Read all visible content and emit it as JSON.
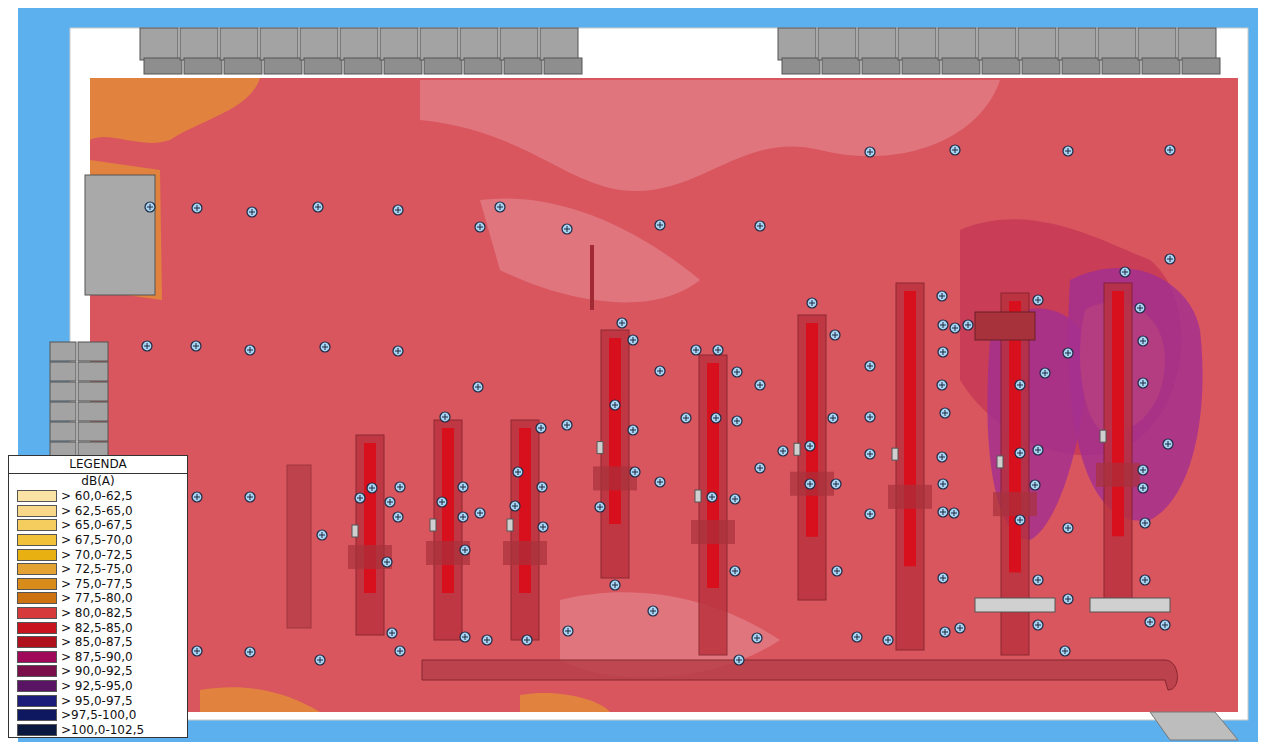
{
  "diagram": {
    "labels": [
      "LEGENDA",
      "dB(A)"
    ],
    "legend": [
      {
        "text": "> 60,0-62,5",
        "color": "#fbe3a6"
      },
      {
        "text": "> 62,5-65,0",
        "color": "#f8d888"
      },
      {
        "text": "> 65,0-67,5",
        "color": "#f5cc5e"
      },
      {
        "text": "> 67,5-70,0",
        "color": "#f2c13a"
      },
      {
        "text": "> 70,0-72,5",
        "color": "#e8b010"
      },
      {
        "text": "> 72,5-75,0",
        "color": "#e3a232"
      },
      {
        "text": "> 75,0-77,5",
        "color": "#d98c1a"
      },
      {
        "text": "> 77,5-80,0",
        "color": "#cc7210"
      },
      {
        "text": "> 80,0-82,5",
        "color": "#d63a3a"
      },
      {
        "text": "> 82,5-85,0",
        "color": "#c8141e"
      },
      {
        "text": "> 85,0-87,5",
        "color": "#b0101c"
      },
      {
        "text": "> 87,5-90,0",
        "color": "#a0085a"
      },
      {
        "text": "> 90,0-92,5",
        "color": "#7a0e4a"
      },
      {
        "text": "> 92,5-95,0",
        "color": "#5a1464"
      },
      {
        "text": "> 95,0-97,5",
        "color": "#1c1c7a"
      },
      {
        "text": ">97,5-100,0",
        "color": "#0e1860"
      },
      {
        "text": ">100,0-102,5",
        "color": "#0a1840"
      }
    ]
  }
}
